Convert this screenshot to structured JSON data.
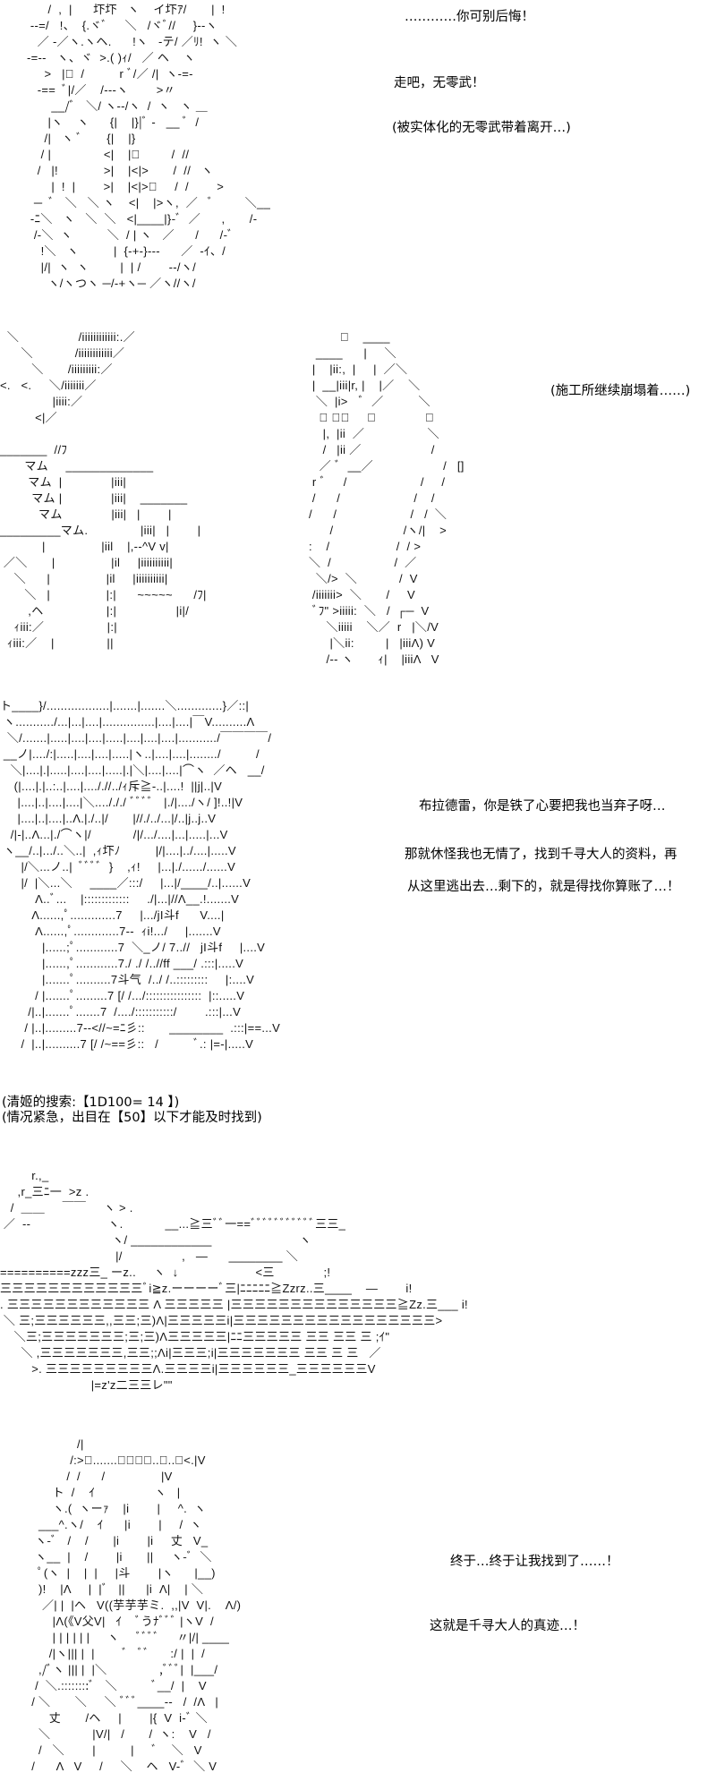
{
  "panels": [
    {
      "art": "      /  ,  |      圷圷   ヽ    イ圷ｱ/       |  !\n --=/   !、  {.ヾﾞ     ＼   /ヾﾞ//     }--ヽ\n   ／ -／ヽ.ヽヘ.      !ヽ   -テ/ ／ﾘ!  ヽ ＼\n-=--   ヽ、ヾ  >.( )ｨ/   ／ ヘ    ヽ\n     >   |ﾞ  /          r ﾞ/／ /|  ヽ-=-\n   -==  ﾞ|/／    /---ヽ        >〃\n       __/ﾞ   ＼/ ヽ--/ヽ  /  ヽ   ヽ ＿\n      |ヽ    ヽ      {|    |}|ﾞ -   __ ﾞ  /\n     /|   ヽ ﾞ       {|    |}\n    / |               <|    |ﾞ         /  //\n   /   |!             >|    |<|>       /  //   ヽ\n       |  !  |        >|    |<|>ﾞ     /  /        >\n  ─  ﾞ   ＼   ＼ ヽ    <|    |>ヽ,  ／   ﾞ         ＼__\n -ﾆ＼   ヽ   ＼  ＼   <|____|}-ﾞ  ／      ,       /-\n  /-＼  ヽ          ＼  / | ヽ   ／      /      /-ﾞ\n    !＼   ヽ          |  {-+-}---      ／  -ｲ、/\n    |/|  ヽ  ヽ         |  | /        --/ヽ/\n      ヽ/ヽつヽ ─/-+ヽ─ ／ヽ//ヽ/"
    },
    {
      "art_left": "  ＼                 /iiiiiiiiiiii:.／\n      ＼            /iiiiiiiiiiii／\n         ＼       /iiiiiiiii:／\n<.   <.     ＼/iiiiiii／\n               |iiii:／\n          <|／\n\n_______  //ﾌ\n       マム     _____________\n        マム  |              |iii|\n         マム |              |iii|    _______\n           マム              |iii|   |        |\n_________マム.               |iii|   |        |\n            |                |iil    |,--^V v|\n ／＼       |                |il     |iiiiiiiiii|\n    ＼      |                |il     |iiiiiiiiii|\n       ＼   |                |:|      ~~~~~      /ﾌ|\n        ,ヘ                  |:|                 |i|/\n    ｨiii:／                  |:|\n  ｨiii:／    |               ||",
      "art_right": "         ﾞ    ____\n  ____      |     ＼\n |    |ii:,  |     |  ／＼\n |  __|iii|r, |    |／    ＼\n  ＼  |i>   ﾞ  ／          ＼\n   ﾞ ￣￣     ／              ＼\n    |,  |ii  ／                  ＼\n    /   |ii ／                    /\n   ／ ﾞ  __／                    /   []\n r ﾞ     /                     /     /\n /      /                     /    /\n/      /                     /   /  ＼\n      /                    /ヽ/|    >\n:    /                   /  / >\n＼  /                  /  ／\n  ＼/>  ＼            /  V\n /iiiiiii>  ＼       /     V\n ﾞﾌ\" >iiiii:  ＼   /  ┌─  V\n     ＼iiiii    ＼／  r   |＼/V\n      |＼ii:         |   |iiiΛ) V\n     /-- ヽ       ｨ|    |iiiΛ   V",
      "caption": "(施工所继续崩塌着……)"
    },
    {
      "art": "ト____}/..................|.......|.......＼.............}／::|\n ヽ.........../...|...|....|...............|....|....|￣V..........Λ\n  ＼/.......|.....|....|....|.....|....|....|....|.........../￣￣￣￣/\n __ノ|..../:|.....|....|....|.....|ヽ..|....|....|......../          /\n   ＼|....|.|.....|....|....|.....|.|＼|....|....|⌒ヽ  ／ヘ   __/\n    (|....|.|..:..|....|...././/../ｨ斥≧-..|....!  ||j|..|V\n     |....|..|....|....|＼..../././ ﾞﾞﾞﾞ   |./|..../ヽ/ ]!..!|V\n     |....|..|....|..Λ.|./..|/       |//./../...|/..|j..j..V\n   /|-|..Λ...|./⌒ヽ|/            /|/.../....|...|.....|...V\n ヽ__/..|.../..＼..|  ,ｨ圷ﾉ          |/|....|../....|.....V\n      |/＼...ノ..|  ﾞﾞﾞﾞ  }    ,ｨ!     |...|./....../......V\n      |/  |＼...＼     ____／:::/     |...|/____/..|......V\n          Λ..ﾞ...    |:::::::::::::     ./|...|//Λ__.!.......V\n         Λ......,ﾟ.............7     |.../jI斗f      V....|\n          Λ......,ﾟ.............7--  ｨi!.../     |.......V\n            |......;ﾟ............7  ＼_ノ/ 7..//   jI斗f     |....V\n            |......,ﾟ............7./ ./ /..//ff ___/ .:::|.....V\n            |.......ﾟ..........7斗气  /../ /..:::::::::     |:....V\n          / |.......ﾟ.........7 [/ /.../::::::::::::::::  |::.....V\n        /|..|.......ﾟ.......7  /..../:::::::::::/        .:::|...V\n       / |..|.........7--<//~=ﾆ彡::       ________  .:::|==...V\n      /  |..|..........7 [/ /~==彡::   /          ﾞ.: |=-|.....V",
      "line1": "布拉德雷，你是铁了心要把我也当弃子呀…",
      "line2": "那就休怪我也无情了，找到千寻大人的资料，再",
      "line3": "从这里逃出去…剩下的，就是得找你算账了…！"
    },
    {
      "art": "         r.,_\n     ,r_三ﾆ一  >z .\n   /  ＿＿     ￣￣     ヽ > .\n ／  --                      ヽ.            __...≧三ﾞﾞ一==ﾞﾞﾞﾞﾞﾞﾞﾞﾞﾞﾞ三三_\n                                ヽ/ ____________                         ヽ\n                                 |/                 ,   ―      ________ ＼\n==========zzz三_ ーz..     ヽ  ↓                      <三              ;!\n三三三三三三三三三三三三ﾞi≧z.ーーーーﾞ三|ﾆﾆﾆﾆﾆ≧Zzrz..三____    ―        i!\n. 三三三三三三三三三三三三 Λ 三三三三三 |三三三三三三三三三三三三三三≧Zz.三___ i!\n ＼ 三;三三三三三三,,三三;三)Λ|三三三三三i|三三三三三三三三三三三三三三三三三>\n    ＼三;三三三三三三三;三;三)Λ三三三三三|ﾆﾆ三三三三三 三三 三三 三 ;ｲ\"\n      ＼ ,三三三三三三三,三三;;Λi|三三三;i|三三三三三三三 三三 三 三   ／\n         >. 三三三三三三三三三Λ.三三三三i|三三三三三三_三三三三三三V\n                          |=z'z二三三レ\"\""
    },
    {
      "art": "                      /|\n                    /:>ﾞ.......ﾞﾞﾞﾞ..ﾞ..ﾞ<.|V\n                   /  /      /                |V\n               ト  /    ｲ                 ヽ   |\n               ヽ.(  ヽーｧ    |i        |     ^.  ヽ\n           ___^.ヽ/    ｲ      |i        |     /  ヽ\n          ヽ-ﾞ   /    /       |i        |i     丈   V_\n          ヽ__  |    /        |i       ||     ヽ-ﾞ  ＼\n           ﾟ(ヽ  |    |  |     |斗        |ヽ      |__)\n           )!    |Λ     |  |ﾞ   ||      |i  Λ|    | ＼\n            ／| |  |ヘ   V((芋芋芋ミ.  ,,|V  V|.    Λ/)\n               |Λ(《V父V|   ｲ    ﾞうﾅﾞﾞﾞ |ヽV  /\n               | | | | | |     ヽ     ﾞﾞﾞﾞ     〃|/| ____\n              /|ヽ||| |  |        ﾞ   ﾞﾞ      :/ |  |  /\n           ,/ﾞヽ ||| |  |＼               ,ﾞﾞﾞ|  |___/\n          /  ＼.::::::::ﾞ   ＼          ﾞ__/  |    V\n         / ＼       ＼     ＼ ﾞﾞﾞ____-‐   /  /Λ   |\n              丈       /ヘ     |        |{  V  i-ﾞ ＼\n           ＼            |V/|   /       /  ヽ:    V   /\n           /   ＼        |          |     ﾞ    ＼   V\n         /      Λ   V     /     ＼    ヘ   V-ﾞ  ＼ V",
      "line1": "终于…终于让我找到了……！",
      "line2": "这就是千寻大人的真迹…！"
    }
  ],
  "panel1_text": {
    "line1": "…………你可别后悔！",
    "line2": "走吧，无零武！",
    "line3": "(被实体化的无零武带着离开…)"
  },
  "dice": {
    "line1": "(清姬的搜索:【1D100= 14 】)",
    "line2": "(情况紧急，出目在【50】以下才能及时找到)"
  }
}
